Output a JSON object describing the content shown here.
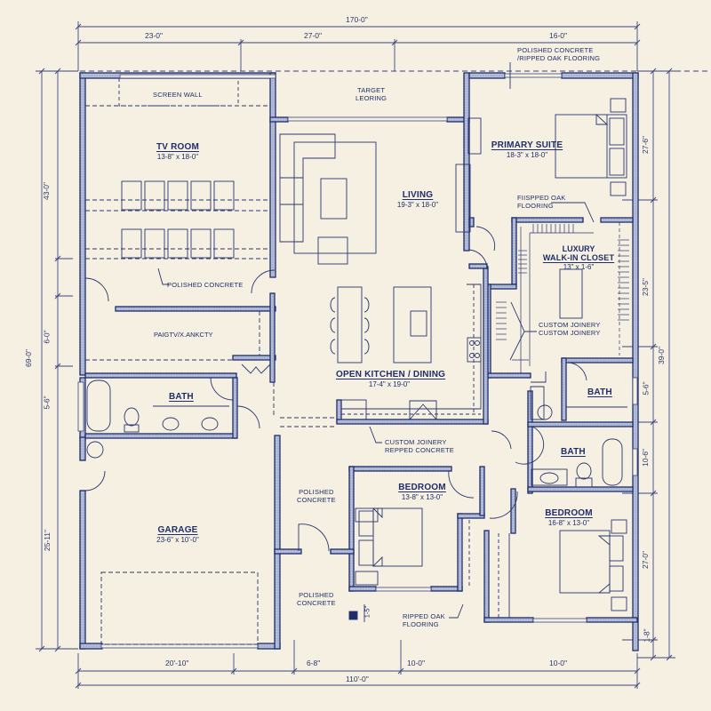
{
  "colors": {
    "paper": "#f5f0e1",
    "ink": "#1f2d6b",
    "wall_fill": "#9aa6c8",
    "line": "#2a3670"
  },
  "dimensions": {
    "top_overall": "170-0\"",
    "top_segments": [
      "23-0\"",
      "27-0\"",
      "16-0\""
    ],
    "bottom_overall": "110'-0\"",
    "bottom_segments": [
      "20'-10\"",
      "6-8\"",
      "10-0\"",
      "10-0\""
    ],
    "left_overall": "69-0\"",
    "left_segments": [
      "43-0\"",
      "6-0\"",
      "5-6\"",
      "25-11\""
    ],
    "right_overall": "39-0\"",
    "right_segments": [
      "27-6\"",
      "23-5\"",
      "5-6\"",
      "10-6\"",
      "27-0\"",
      "1-8\""
    ],
    "small_stair_dim": "1-5\""
  },
  "rooms": {
    "tv_room": {
      "name": "TV ROOM",
      "size": "13-8\" x 18-0\""
    },
    "living": {
      "name": "LIVING",
      "size": "19-3\" x 18-0\""
    },
    "primary_suite": {
      "name": "PRIMARY SUITE",
      "size": "18-3\" x 18-0\""
    },
    "walk_in_closet": {
      "name_line1": "LUXURY",
      "name_line2": "WALK-IN CLOSET",
      "size": "13\" x 1-6\""
    },
    "kitchen_dining": {
      "name": "OPEN KITCHEN / DINING",
      "size": "17-4\" x 19-0\""
    },
    "bath_left": {
      "name": "BATH"
    },
    "bath_right_upper": {
      "name": "BATH"
    },
    "bath_right_lower": {
      "name": "BATH"
    },
    "garage": {
      "name": "GARAGE",
      "size": "23-6\" x 10'-0\""
    },
    "bedroom_center": {
      "name": "BEDROOM",
      "size": "13-8\" x 13-0\""
    },
    "bedroom_right": {
      "name": "BEDROOM",
      "size": "16-8\" x 13-0\""
    },
    "pantry": {
      "name": "PAIGTV/X.ANKCTY"
    }
  },
  "notes": {
    "screen_wall": "SCREEN WALL",
    "tv_floor": "POLISHED CONCRETE",
    "target_flooring_1": "TARGET",
    "target_flooring_2": "LEORING",
    "top_right_1": "POLISHED CONCRETE",
    "top_right_2": "/RIPPED OAK FLOORING",
    "suite_floor_1": "FIISPPED OAK",
    "suite_floor_2": "FLOORING",
    "closet_joinery_1": "CUSTOM JOINERY",
    "closet_joinery_2": "CUSTOM JOINERY",
    "hall_joinery_1": "CUSTOM JOINERY",
    "hall_joinery_2": "REPPED CONCRETE",
    "hall_concrete_1": "POLISHED",
    "hall_concrete_2": "CONCRETE",
    "entry_concrete_1": "POLISHED",
    "entry_concrete_2": "CONCRETE",
    "bedroom_floor_1": "RIPPED OAK",
    "bedroom_floor_2": "FLOORING"
  }
}
